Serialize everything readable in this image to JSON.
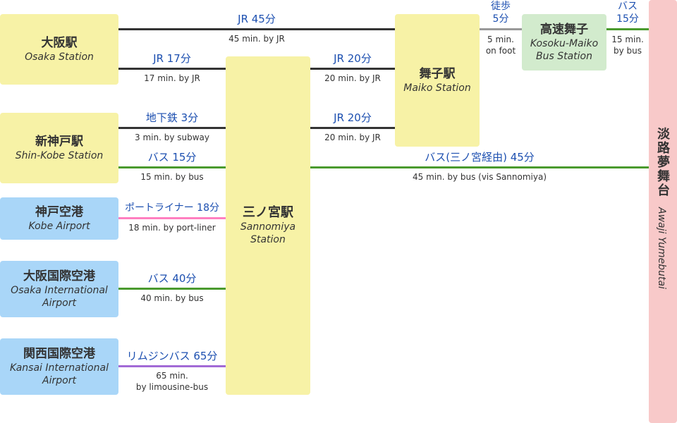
{
  "colors": {
    "jr": "#333333",
    "bus": "#4a9a2e",
    "liner": "#ff7fc0",
    "limo": "#a26ad6",
    "foot": "#999999",
    "label_blue": "#1c4fb0"
  },
  "stations": {
    "osaka": {
      "jp": "大阪駅",
      "en": "Osaka Station"
    },
    "shinkobe": {
      "jp": "新神戸駅",
      "en": "Shin-Kobe Station"
    },
    "kobe_airport": {
      "jp": "神戸空港",
      "en": "Kobe Airport"
    },
    "itami": {
      "jp": "大阪国際空港",
      "en": "Osaka International\nAirport"
    },
    "kansai": {
      "jp": "関西国際空港",
      "en": "Kansai International\nAirport"
    },
    "sannomiya": {
      "jp": "三ノ宮駅",
      "en": "Sannomiya\nStation"
    },
    "maiko": {
      "jp": "舞子駅",
      "en": "Maiko Station"
    },
    "kosoku": {
      "jp": "高速舞子",
      "en": "Kosoku-Maiko\nBus Station"
    },
    "awaji": {
      "jp": "淡路夢舞台",
      "en": "Awaji Yumebutai"
    }
  },
  "routes": {
    "osaka_maiko": {
      "top": "JR 45分",
      "bottom": "45 min. by JR"
    },
    "osaka_sannomiya": {
      "top": "JR 17分",
      "bottom": "17 min. by JR"
    },
    "sannomiya_maiko_1": {
      "top": "JR 20分",
      "bottom": "20 min. by JR"
    },
    "shinkobe_sannomiya": {
      "top": "地下鉄 3分",
      "bottom": "3 min. by subway"
    },
    "sannomiya_maiko_2": {
      "top": "JR 20分",
      "bottom": "20 min. by JR"
    },
    "shinkobe_bus": {
      "top": "バス 15分",
      "bottom": "15 min. by bus"
    },
    "sannomiya_awaji": {
      "top": "バス(三ノ宮経由) 45分",
      "bottom": "45 min. by bus (vis Sannomiya)"
    },
    "kobe_airport_liner": {
      "top": "ポートライナー 18分",
      "bottom": "18 min. by port-liner"
    },
    "itami_bus": {
      "top": "バス 40分",
      "bottom": "40 min. by bus"
    },
    "kansai_limo": {
      "top": "リムジンバス 65分",
      "bottom": "65 min.\nby limousine-bus"
    },
    "maiko_foot": {
      "top": "徒歩\n5分",
      "bottom": "5 min.\non foot"
    },
    "kosoku_bus": {
      "top": "バス\n15分",
      "bottom": "15 min.\nby bus"
    }
  }
}
